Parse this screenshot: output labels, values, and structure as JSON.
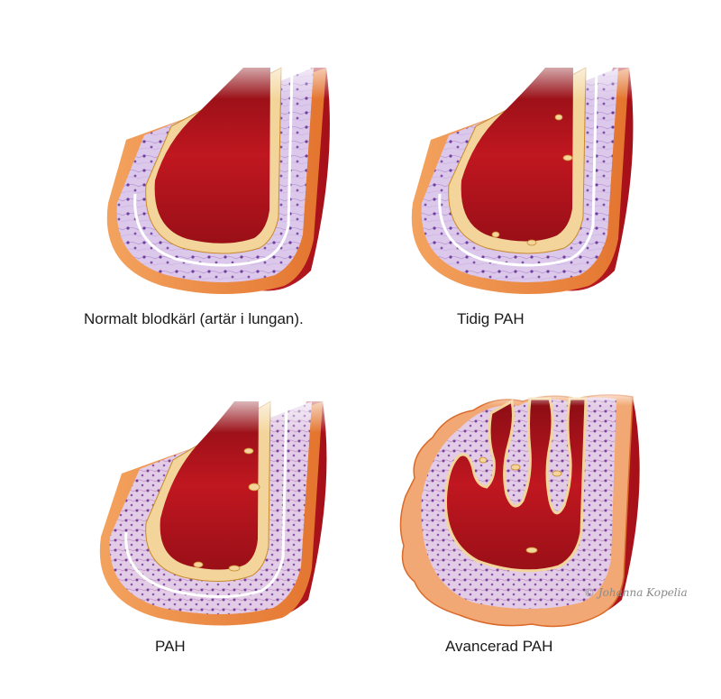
{
  "captions": {
    "normal": "Normalt blodkärl (artär i lungan).",
    "early": "Tidig PAH",
    "pah": "PAH",
    "advanced": "Avancerad PAH"
  },
  "signature": "© Johanna Kopelia",
  "colors": {
    "blood": "#b3121b",
    "blood_dark": "#7e0a11",
    "adventitia": "#e8843a",
    "adventitia_light": "#f7b27a",
    "media": "#d9c4e8",
    "media_cells": "#7d4fa8",
    "endothelium": "#f5d8a0",
    "endothelium_edge": "#c98a2c",
    "elastic_lamina": "#ffffff"
  }
}
